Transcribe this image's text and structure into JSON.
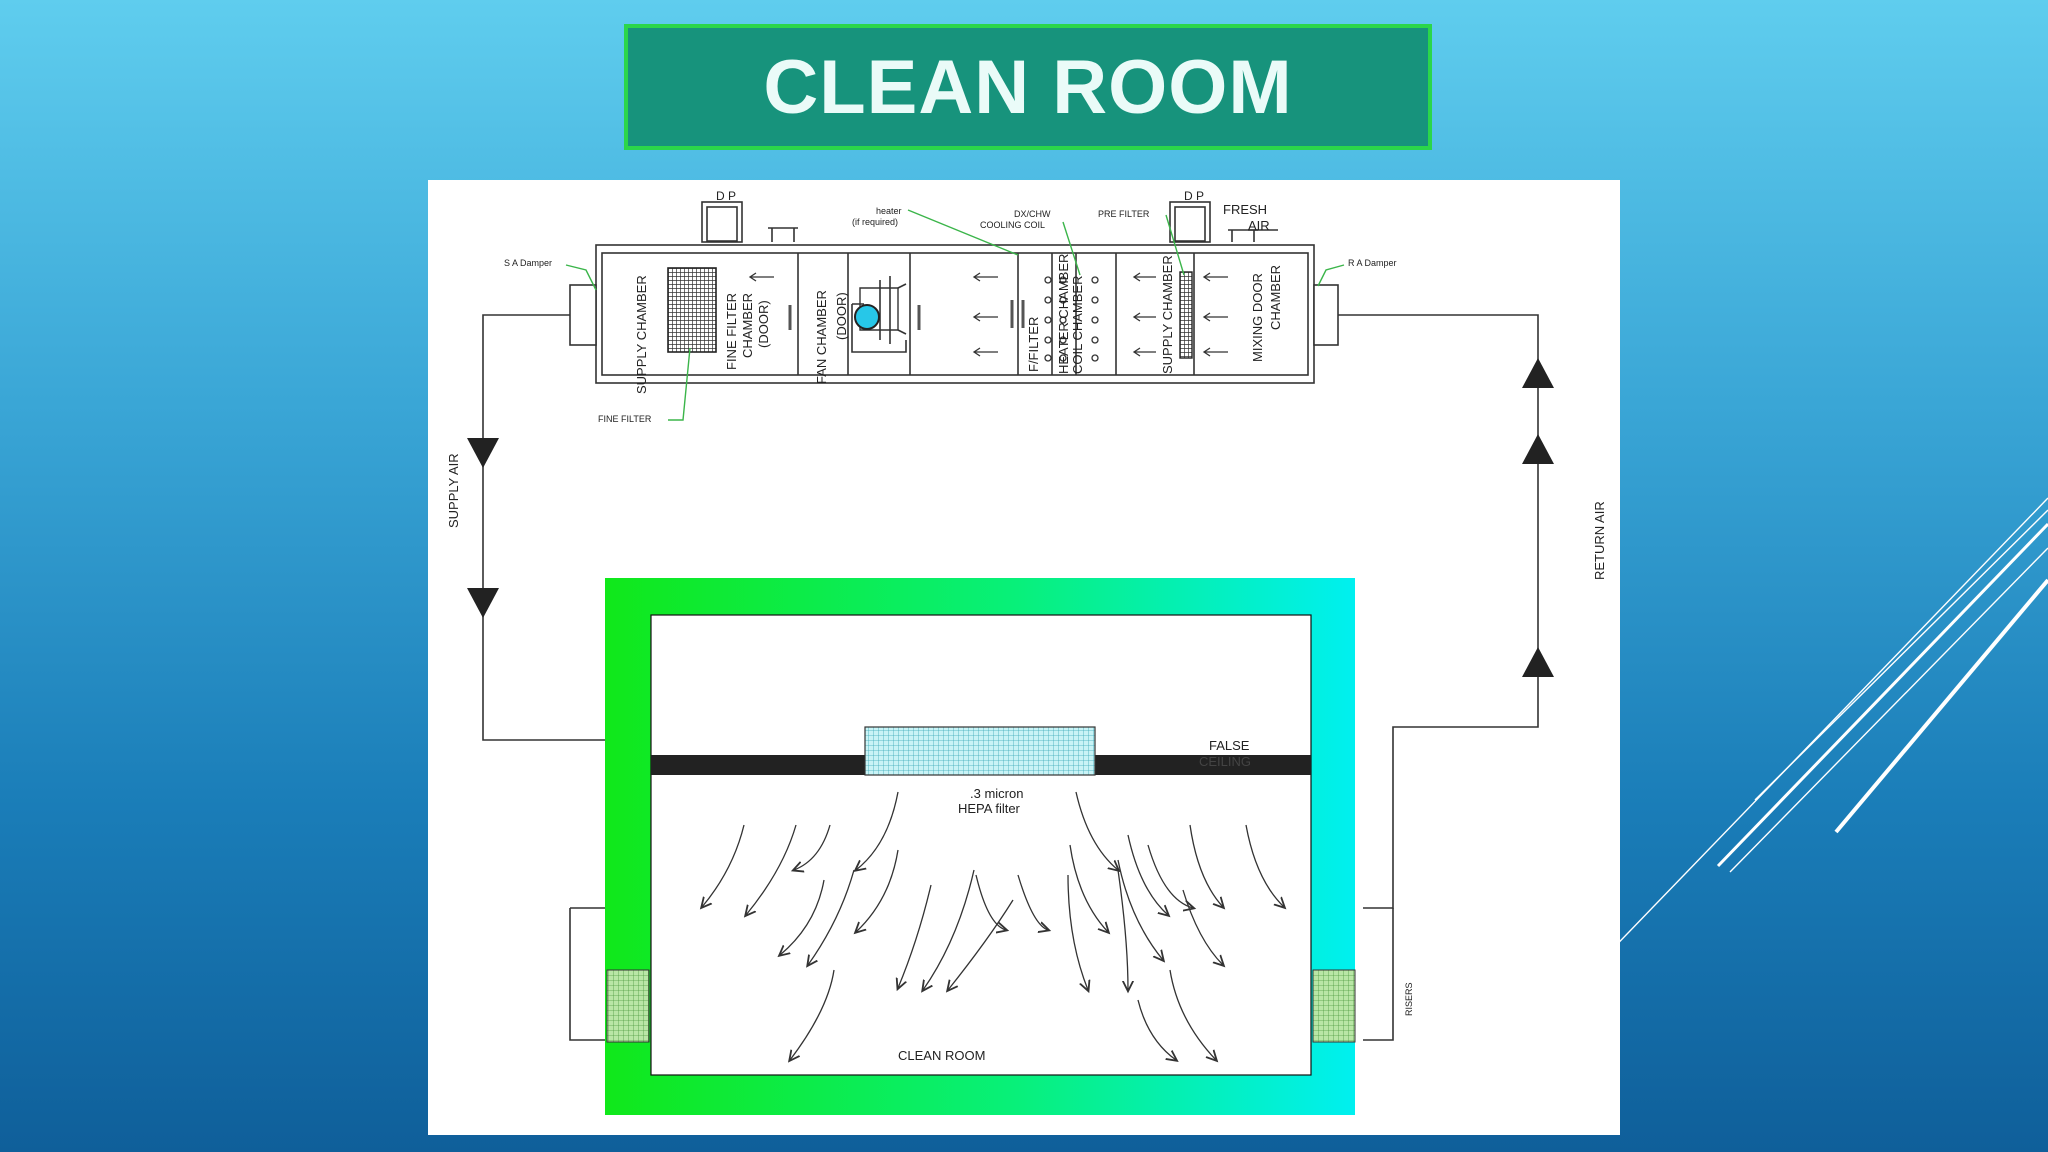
{
  "slide": {
    "title": "CLEAN ROOM"
  },
  "ahu": {
    "dp_left": "D P",
    "dp_right": "D P",
    "fresh_air": [
      "FRESH",
      "AIR"
    ],
    "sa_damper": "S A Damper",
    "ra_damper": "R A Damper",
    "heater": [
      "heater",
      "(if required)"
    ],
    "cooling_coil": [
      "DX/CHW",
      "COOLING COIL"
    ],
    "pre_filter": "PRE FILTER",
    "fine_filter": "FINE FILTER",
    "chambers": {
      "supply_left": "SUPPLY  CHAMBER",
      "fine_filter_chamber": [
        "FINE FILTER",
        "CHAMBER",
        "(DOOR)"
      ],
      "fan_chamber": [
        "FAN CHAMBER",
        "(DOOR)"
      ],
      "f_filter": "F/FILTER",
      "heater_chamber": "HEATER CHAMBER",
      "coil_chamber": "COIL CHAMBER",
      "supply_right": "SUPPLY CHAMBER",
      "mixing_chamber": [
        "MIXING  DOOR",
        "CHAMBER"
      ]
    }
  },
  "labels": {
    "supply_air": "SUPPLY AIR",
    "return_air": "RETURN AIR",
    "false_ceiling": [
      "FALSE",
      "CEILING"
    ],
    "hepa": [
      ".3 micron",
      "HEPA filter"
    ],
    "clean_room": "CLEAN ROOM",
    "risers": "RISERS"
  },
  "colors": {
    "title_bg": "#17937c",
    "title_border": "#2bd64a",
    "wall_green": "#10e81a",
    "wall_cyan": "#00f0f0"
  }
}
